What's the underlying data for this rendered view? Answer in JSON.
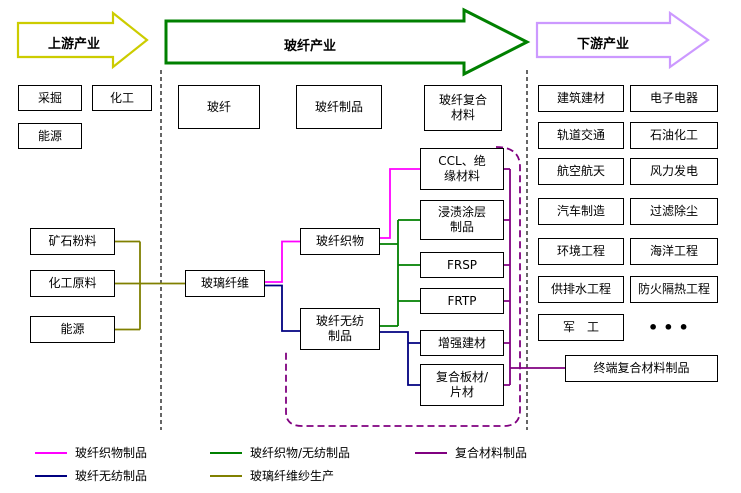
{
  "arrows": {
    "upstream": "上游产业",
    "midstream": "玻纤产业",
    "downstream": "下游产业"
  },
  "upstream_boxes": {
    "mining": "采掘",
    "chemical": "化工",
    "energy": "能源"
  },
  "midstream_headers": {
    "fiber": "玻纤",
    "fiber_products": "玻纤制品",
    "fiber_composites": "玻纤复合\n材料"
  },
  "inputs": {
    "ore_powder": "矿石粉料",
    "chemical_raw": "化工原料",
    "energy": "能源"
  },
  "chain": {
    "glass_fiber": "玻璃纤维",
    "fabric": "玻纤织物",
    "nonwoven": "玻纤无纺\n制品"
  },
  "products": {
    "ccl_insulation": "CCL、绝\n缘材料",
    "impregnated_coating": "浸渍涂层\n制品",
    "frsp": "FRSP",
    "frtp": "FRTP",
    "reinforced_building": "增强建材",
    "composite_sheet": "复合板材/\n片材"
  },
  "downstream_boxes": [
    [
      "建筑建材",
      "电子电器"
    ],
    [
      "轨道交通",
      "石油化工"
    ],
    [
      "航空航天",
      "风力发电"
    ],
    [
      "汽车制造",
      "过滤除尘"
    ],
    [
      "环境工程",
      "海洋工程"
    ],
    [
      "供排水工程",
      "防火隔热工程"
    ],
    [
      "军　工"
    ]
  ],
  "ellipsis": "•••",
  "terminal_box": "终端复合材料制品",
  "legend": [
    {
      "label": "玻纤织物制品",
      "color": "#FF00FF"
    },
    {
      "label": "玻纤无纺制品",
      "color": "#000080"
    },
    {
      "label": "玻纤织物/无纺制品",
      "color": "#008000"
    },
    {
      "label": "玻璃纤维纱生产",
      "color": "#808000"
    },
    {
      "label": "复合材料制品",
      "color": "#800080"
    }
  ],
  "colors": {
    "fabric_line": "#FF00FF",
    "nonwoven_line": "#000080",
    "both_line": "#008000",
    "yarn_line": "#808000",
    "composite_line": "#800080",
    "upstream_arrow_border": "#CCCC00",
    "midstream_arrow_border": "#008000",
    "downstream_arrow_border": "#CC99FF"
  }
}
